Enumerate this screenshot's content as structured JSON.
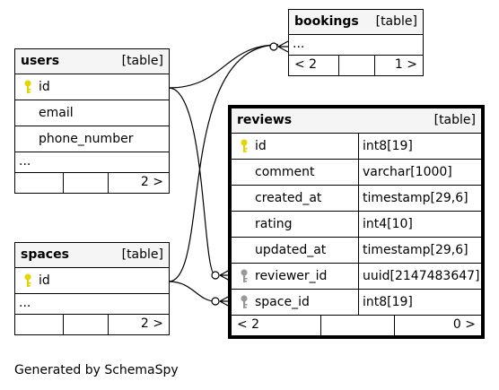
{
  "tables": {
    "bookings": {
      "name": "bookings",
      "kind": "[table]",
      "more": "...",
      "foot_left": "< 2",
      "foot_right": "1 >"
    },
    "users": {
      "name": "users",
      "kind": "[table]",
      "columns": [
        "id",
        "email",
        "phone_number"
      ],
      "more": "...",
      "foot_right": "2 >"
    },
    "spaces": {
      "name": "spaces",
      "kind": "[table]",
      "columns": [
        "id"
      ],
      "more": "...",
      "foot_right": "2 >"
    },
    "reviews": {
      "name": "reviews",
      "kind": "[table]",
      "columns": [
        {
          "name": "id",
          "type": "int8[19]",
          "key": "primary"
        },
        {
          "name": "comment",
          "type": "varchar[1000]",
          "key": ""
        },
        {
          "name": "created_at",
          "type": "timestamp[29,6]",
          "key": ""
        },
        {
          "name": "rating",
          "type": "int4[10]",
          "key": ""
        },
        {
          "name": "updated_at",
          "type": "timestamp[29,6]",
          "key": ""
        },
        {
          "name": "reviewer_id",
          "type": "uuid[2147483647]",
          "key": "foreign"
        },
        {
          "name": "space_id",
          "type": "int8[19]",
          "key": "foreign"
        }
      ],
      "foot_left": "< 2",
      "foot_right": "0 >"
    }
  },
  "colors": {
    "primary_key": "#e6d400",
    "foreign_key": "#999999"
  },
  "footer_text": "Generated by SchemaSpy"
}
